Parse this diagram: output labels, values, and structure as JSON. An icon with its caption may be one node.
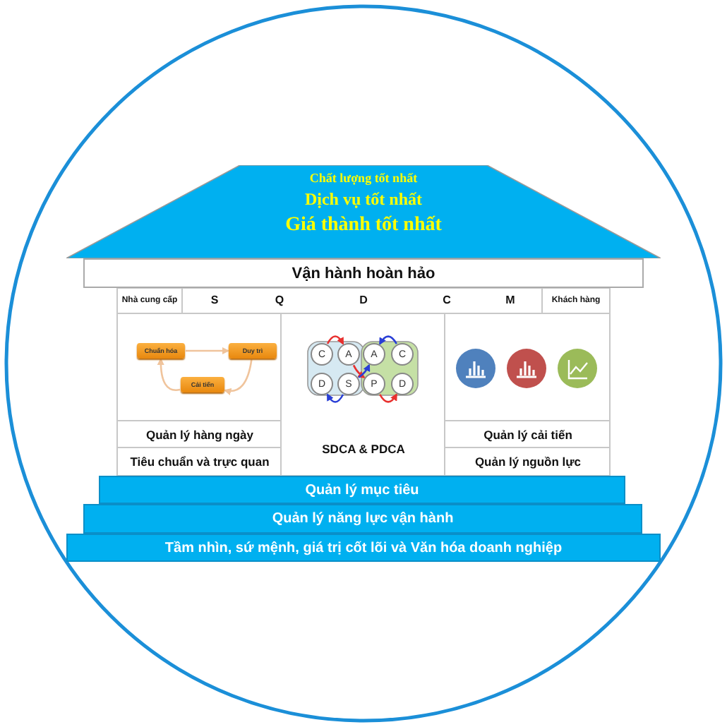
{
  "diagram": {
    "nodes": [
      {
        "text": [
          "Chất lượng tốt nhất",
          "Dịch vụ tốt nhất",
          "Giá thành tốt nhất"
        ]
      },
      {
        "text": [
          "Vận hành hoàn hảo"
        ]
      },
      {
        "text": [
          "Chuẩn hóa"
        ]
      },
      {
        "text": [
          "Duy trì"
        ]
      },
      {
        "text": [
          "Cải tiến"
        ]
      },
      {
        "text": [
          "C"
        ]
      },
      {
        "text": [
          "A"
        ]
      },
      {
        "text": [
          "A"
        ]
      },
      {
        "text": [
          "C"
        ]
      },
      {
        "text": [
          "D"
        ]
      },
      {
        "text": [
          "S"
        ]
      },
      {
        "text": [
          "P"
        ]
      },
      {
        "text": [
          "D"
        ]
      },
      {
        "text": [
          "Quản lý hàng ngày"
        ]
      },
      {
        "text": [
          "Tiêu chuẩn và trực quan"
        ]
      },
      {
        "text": [
          "SDCA & PDCA"
        ]
      },
      {
        "text": [
          "Quản lý cải tiến"
        ]
      },
      {
        "text": [
          "Quản lý nguồn lực"
        ]
      },
      {
        "text": [
          "Quản lý mục tiêu"
        ]
      },
      {
        "text": [
          "Quản lý năng lực vận hành"
        ]
      },
      {
        "text": [
          "Tầm nhìn, sứ mệnh, giá trị cốt lõi và Văn hóa doanh nghiệp"
        ]
      }
    ],
    "edges": [
      {
        "from": 2,
        "to": 3,
        "arrow": "to",
        "color": "#f0c49c"
      },
      {
        "from": 3,
        "to": 4,
        "arrow": "to",
        "color": "#f0c49c"
      },
      {
        "from": 4,
        "to": 2,
        "arrow": "to",
        "color": "#f0c49c"
      },
      {
        "from": 5,
        "to": 6,
        "arrow": "to",
        "color": "#e8312f"
      },
      {
        "from": 8,
        "to": 7,
        "arrow": "to",
        "color": "#2a3fd6"
      },
      {
        "from": 10,
        "to": 9,
        "arrow": "to",
        "color": "#2a3fd6"
      },
      {
        "from": 11,
        "to": 12,
        "arrow": "to",
        "color": "#e8312f"
      },
      {
        "from": 6,
        "to": 11,
        "arrow": "to",
        "color": "#e8312f"
      },
      {
        "from": 10,
        "to": 7,
        "arrow": "to",
        "color": "#2a3fd6"
      }
    ],
    "labels": [
      "Nhà cung cấp",
      "S",
      "Q",
      "D",
      "C",
      "M",
      "Khách hàng"
    ]
  }
}
